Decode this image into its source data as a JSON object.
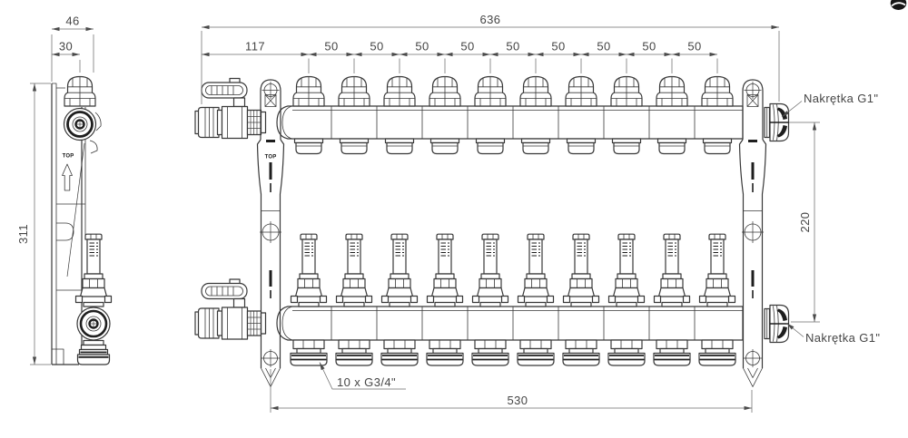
{
  "side_view": {
    "dim_depth": "46",
    "dim_valve_axis": "30",
    "dim_height": "311",
    "marking": "TOP"
  },
  "front_view": {
    "dim_overall": "636",
    "dim_first": "117",
    "spacings": [
      "50",
      "50",
      "50",
      "50",
      "50",
      "50",
      "50",
      "50",
      "50"
    ],
    "dim_axis_spacing": "220",
    "dim_bracket_span": "530",
    "label_outlets": "10 x G3/4\"",
    "label_nut_top": "Nakrętka G1\"",
    "label_nut_bottom": "Nakrętka G1\"",
    "marking": "TOP"
  },
  "colors": {
    "line": "#383838",
    "dimension": "#6b6b6b",
    "dark_detail": "#1e1e1e",
    "background": "#ffffff"
  }
}
